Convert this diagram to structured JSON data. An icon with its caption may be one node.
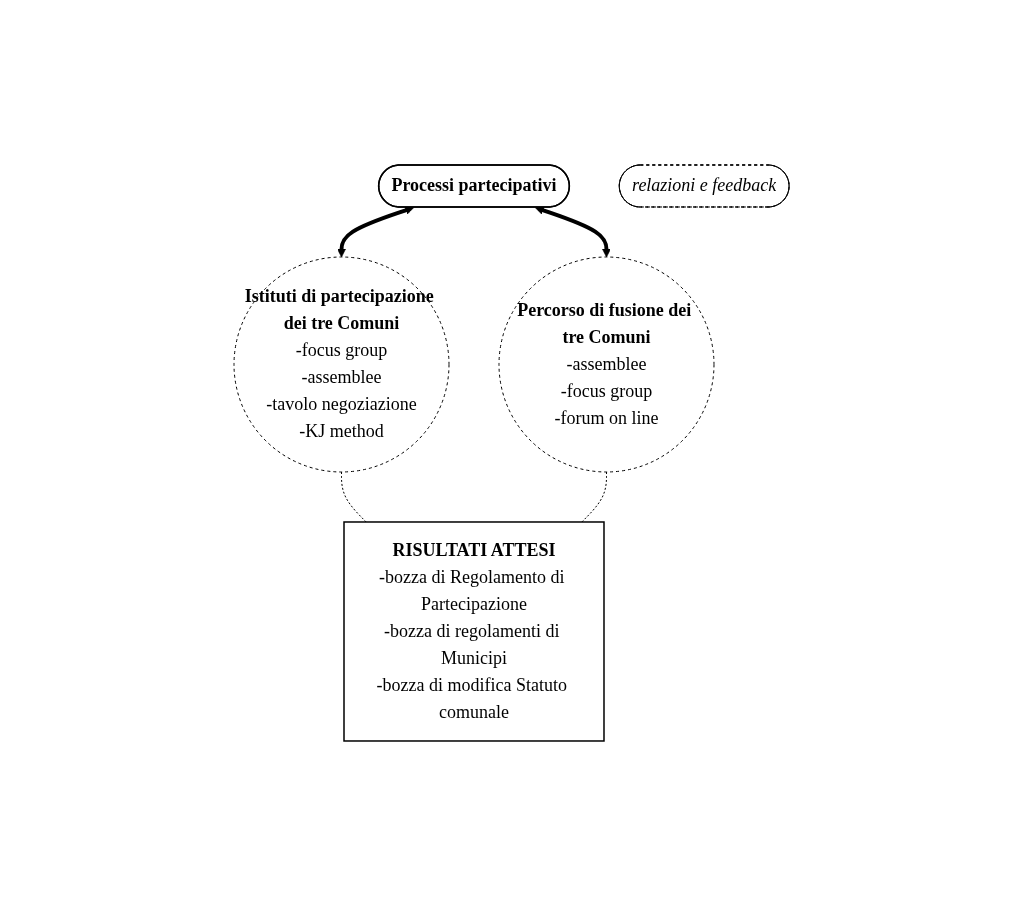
{
  "diagram": {
    "nodes": [
      {
        "text": [
          "Processi partecipativi"
        ]
      },
      {
        "text": [
          "Istituti di partecipazione dei tre Comuni",
          "-focus group",
          "-assemblee",
          "-tavolo negoziazione",
          "-KJ method"
        ]
      },
      {
        "text": [
          "relazioni e feedback"
        ]
      },
      {
        "text": [
          "Percorso di fusione dei tre Comuni",
          "-assemblee",
          "-focus group",
          "-forum on line"
        ]
      },
      {
        "text": [
          "RISULTATI ATTESI",
          "-bozza di Regolamento di Partecipazione",
          "-bozza di regolamenti di Municipi",
          "-bozza di modifica Statuto comunale"
        ]
      }
    ],
    "edges": [
      {
        "from": 0,
        "to": 1,
        "arrow": "both",
        "style": "thick"
      },
      {
        "from": 0,
        "to": 3,
        "arrow": "both",
        "style": "thick"
      },
      {
        "from": 1,
        "to": 4,
        "arrow": "none",
        "style": "dashed"
      },
      {
        "from": 3,
        "to": 4,
        "arrow": "none",
        "style": "dashed"
      }
    ]
  }
}
